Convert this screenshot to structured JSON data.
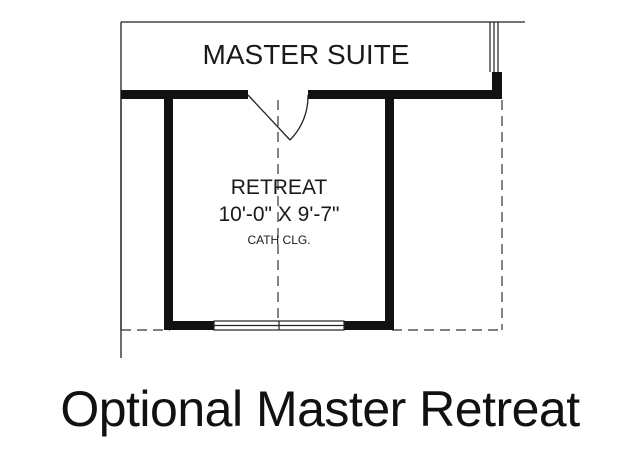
{
  "plan": {
    "upper_room": {
      "name": "MASTER SUITE"
    },
    "room": {
      "name": "RETREAT",
      "dimensions": "10'-0\" X 9'-7\"",
      "ceiling_note": "CATH CLG."
    }
  },
  "caption": "Optional Master Retreat",
  "colors": {
    "ink": "#111111",
    "background": "#ffffff"
  }
}
